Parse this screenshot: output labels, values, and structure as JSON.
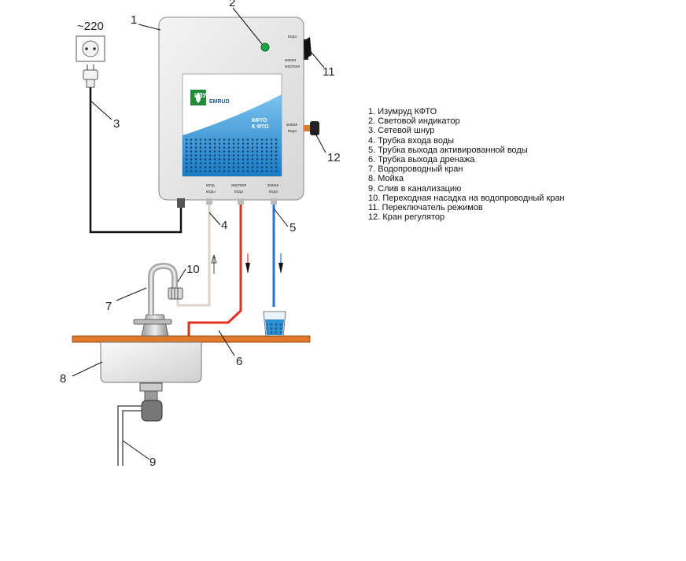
{
  "socket_voltage": "~220",
  "device": {
    "brand_ru": "ИЗУМРУД",
    "brand_en": "EMRUD",
    "model_line1": "КФТО",
    "model_line2": "К ФТО"
  },
  "side_labels": {
    "top_1": "вода",
    "top_2": "живая",
    "top_3": "мертвая",
    "mid_1": "живая",
    "mid_2": "вода"
  },
  "bottom_labels": {
    "inlet_1": "вход",
    "inlet_2": "воды",
    "dead_1": "мертвая",
    "dead_2": "вода",
    "live_1": "живая",
    "live_2": "вода"
  },
  "callouts": [
    "1",
    "2",
    "3",
    "4",
    "5",
    "6",
    "7",
    "8",
    "9",
    "10",
    "11",
    "12"
  ],
  "legend": [
    "1. Изумруд КФТО",
    "2. Световой индикатор",
    "3. Сетевой шнур",
    "4. Трубка входа воды",
    "5. Трубка выхода активированной воды",
    "6. Трубка выхода дренажа",
    "7. Водопроводный кран",
    "8. Мойка",
    "9. Слив в канализацию",
    "10. Переходная насадка на водопроводный кран",
    "11. Переключатель режимов",
    "12. Кран регулятор"
  ],
  "colors": {
    "housing": "#e8e8e8",
    "panel_blue": "#2f8fd0",
    "indicator": "#1ea24a",
    "drain_tube": "#e0301e",
    "active_tube": "#2277cc",
    "inlet_tube": "#d8d2c8",
    "counter": "#e07a2a",
    "knob": "#222222"
  }
}
